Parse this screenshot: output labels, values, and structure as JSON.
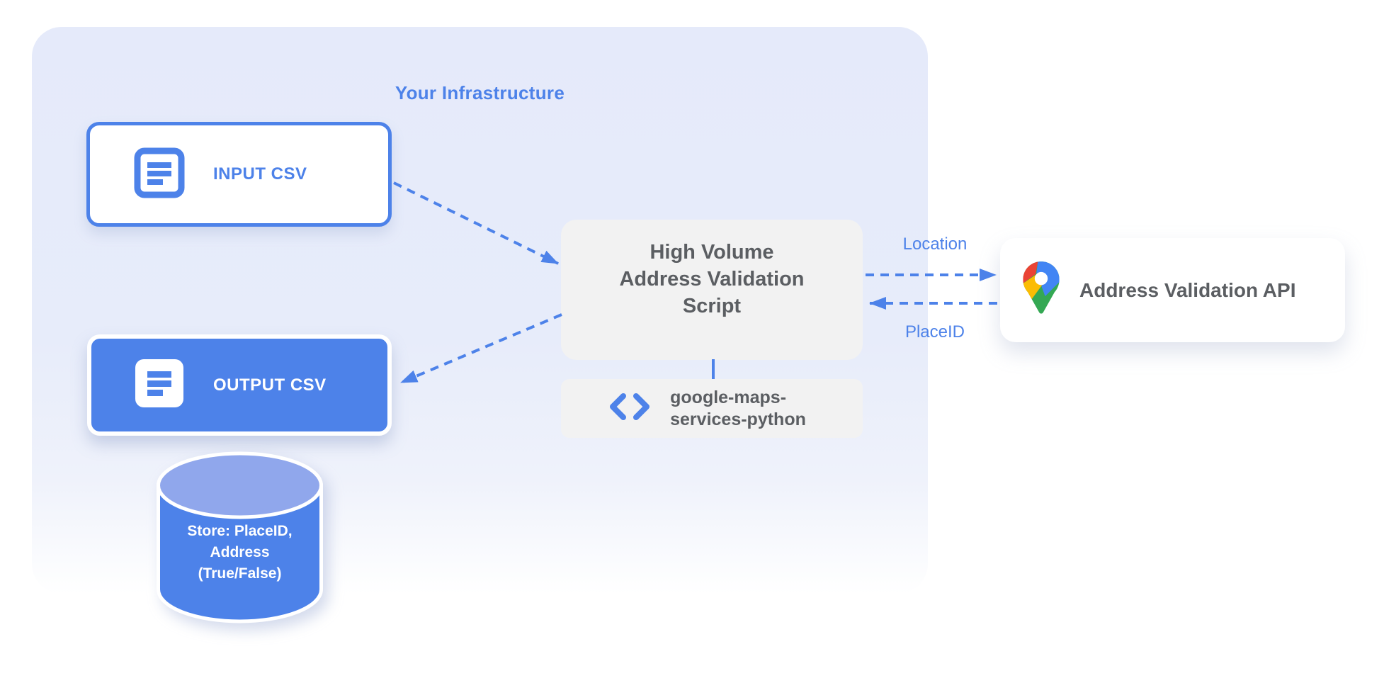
{
  "colors": {
    "accent_blue": "#4d82e9",
    "panel_blue": "#e5eafa",
    "box_gray": "#f2f2f2",
    "text_gray": "#5b5e62",
    "cylinder_top_blue": "#90a7ec",
    "maps_pin_red": "#EA4335",
    "maps_pin_blue": "#4285F4",
    "maps_pin_yellow": "#FBBC04",
    "maps_pin_green": "#34A853"
  },
  "infrastructure": {
    "title": "Your Infrastructure",
    "input_box": {
      "label": "INPUT CSV",
      "icon": "document-icon"
    },
    "output_box": {
      "label": "OUTPUT CSV",
      "icon": "document-icon"
    },
    "datastore": {
      "lines": [
        "Store: PlaceID,",
        "Address",
        "(True/False)"
      ]
    },
    "script_box": {
      "lines": [
        "High Volume",
        "Address Validation",
        "Script"
      ]
    },
    "library_box": {
      "icon": "code-brackets-icon",
      "lines": [
        "google-maps-",
        "services-python"
      ]
    }
  },
  "api_card": {
    "label": "Address Validation API",
    "icon": "google-maps-pin-icon"
  },
  "flows": {
    "location_label": "Location",
    "placeid_label": "PlaceID",
    "edges": [
      {
        "from": "input-csv",
        "to": "script",
        "style": "dashed"
      },
      {
        "from": "script",
        "to": "output-csv",
        "style": "dashed"
      },
      {
        "from": "script",
        "to": "address-validation-api",
        "style": "dashed",
        "label": "Location"
      },
      {
        "from": "address-validation-api",
        "to": "script",
        "style": "dashed",
        "label": "PlaceID"
      },
      {
        "from": "script",
        "to": "library",
        "style": "solid"
      }
    ]
  }
}
